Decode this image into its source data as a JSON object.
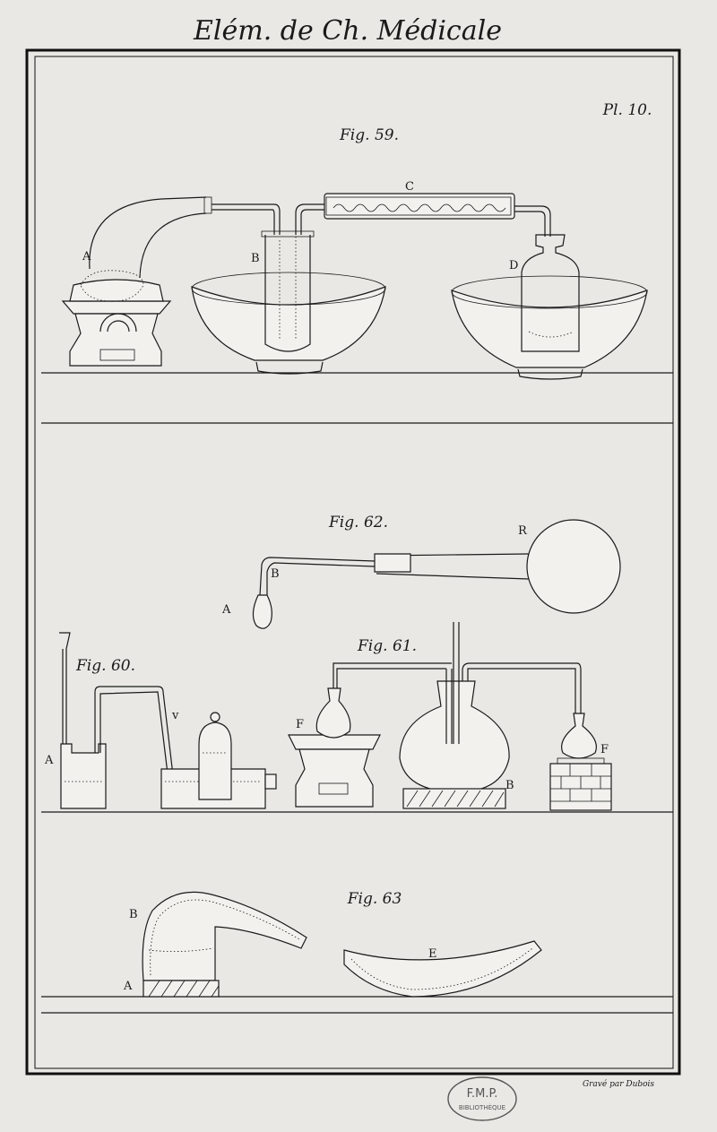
{
  "header": {
    "title": "Elém. de Ch. Médicale",
    "plate": "Pl. 10."
  },
  "figures": {
    "fig59": {
      "title": "Fig. 59.",
      "labels": {
        "a": "A",
        "b": "B",
        "c": "C",
        "d": "D"
      }
    },
    "fig62": {
      "title": "Fig. 62.",
      "labels": {
        "a": "A",
        "b": "B",
        "r": "R"
      }
    },
    "fig60": {
      "title": "Fig. 60.",
      "labels": {
        "a": "A",
        "v": "v"
      }
    },
    "fig61": {
      "title": "Fig. 61.",
      "labels": {
        "f1": "F",
        "b": "B",
        "f2": "F"
      }
    },
    "fig63": {
      "title": "Fig. 63",
      "labels": {
        "b": "B",
        "a": "A",
        "e": "E"
      }
    }
  },
  "engraver": "Gravé par Dubois",
  "stamp": {
    "line1": "F.M.P.",
    "line2": "BIBLIOTHÈQUE"
  }
}
